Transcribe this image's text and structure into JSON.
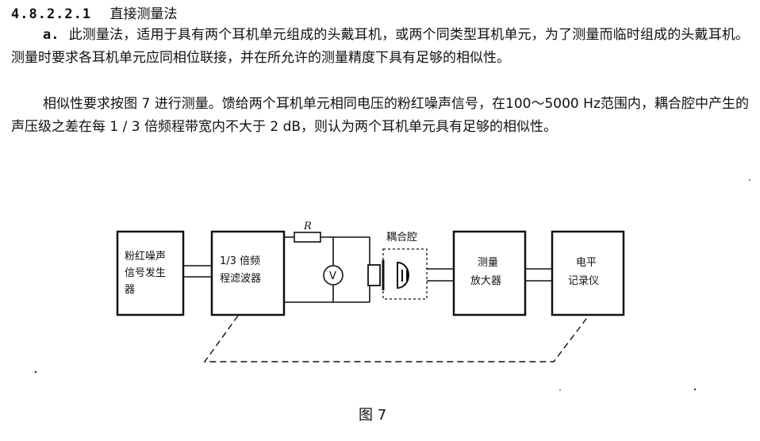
{
  "heading": {
    "number": "4.8.2.2.1",
    "title": "直接测量法"
  },
  "para1": {
    "marker": "a.",
    "text": "此测量法，适用于具有两个耳机单元组成的头戴耳机，或两个同类型耳机单元，为了测量而临时组成的头戴耳机。测量时要求各耳机单元应同相位联接，并在所允许的测量精度下具有足够的相似性。"
  },
  "para2": {
    "text": "相似性要求按图 7 进行测量。馈给两个耳机单元相同电压的粉红噪声信号，在100～5000 Hz范围内，耦合腔中产生的声压级之差在每 1 / 3 倍频程带宽内不大于 2 dB，则认为两个耳机单元具有足够的相似性。"
  },
  "diagram": {
    "generator": [
      "粉红噪声",
      "信号发生",
      "器"
    ],
    "filter": [
      "1/3 倍频",
      "程滤波器"
    ],
    "resistor": "R",
    "voltmeter": "V",
    "coupler": "耦合腔",
    "amplifier": [
      "测量",
      "放大器"
    ],
    "recorder": [
      "电平",
      "记录仪"
    ]
  },
  "caption": "图 7"
}
